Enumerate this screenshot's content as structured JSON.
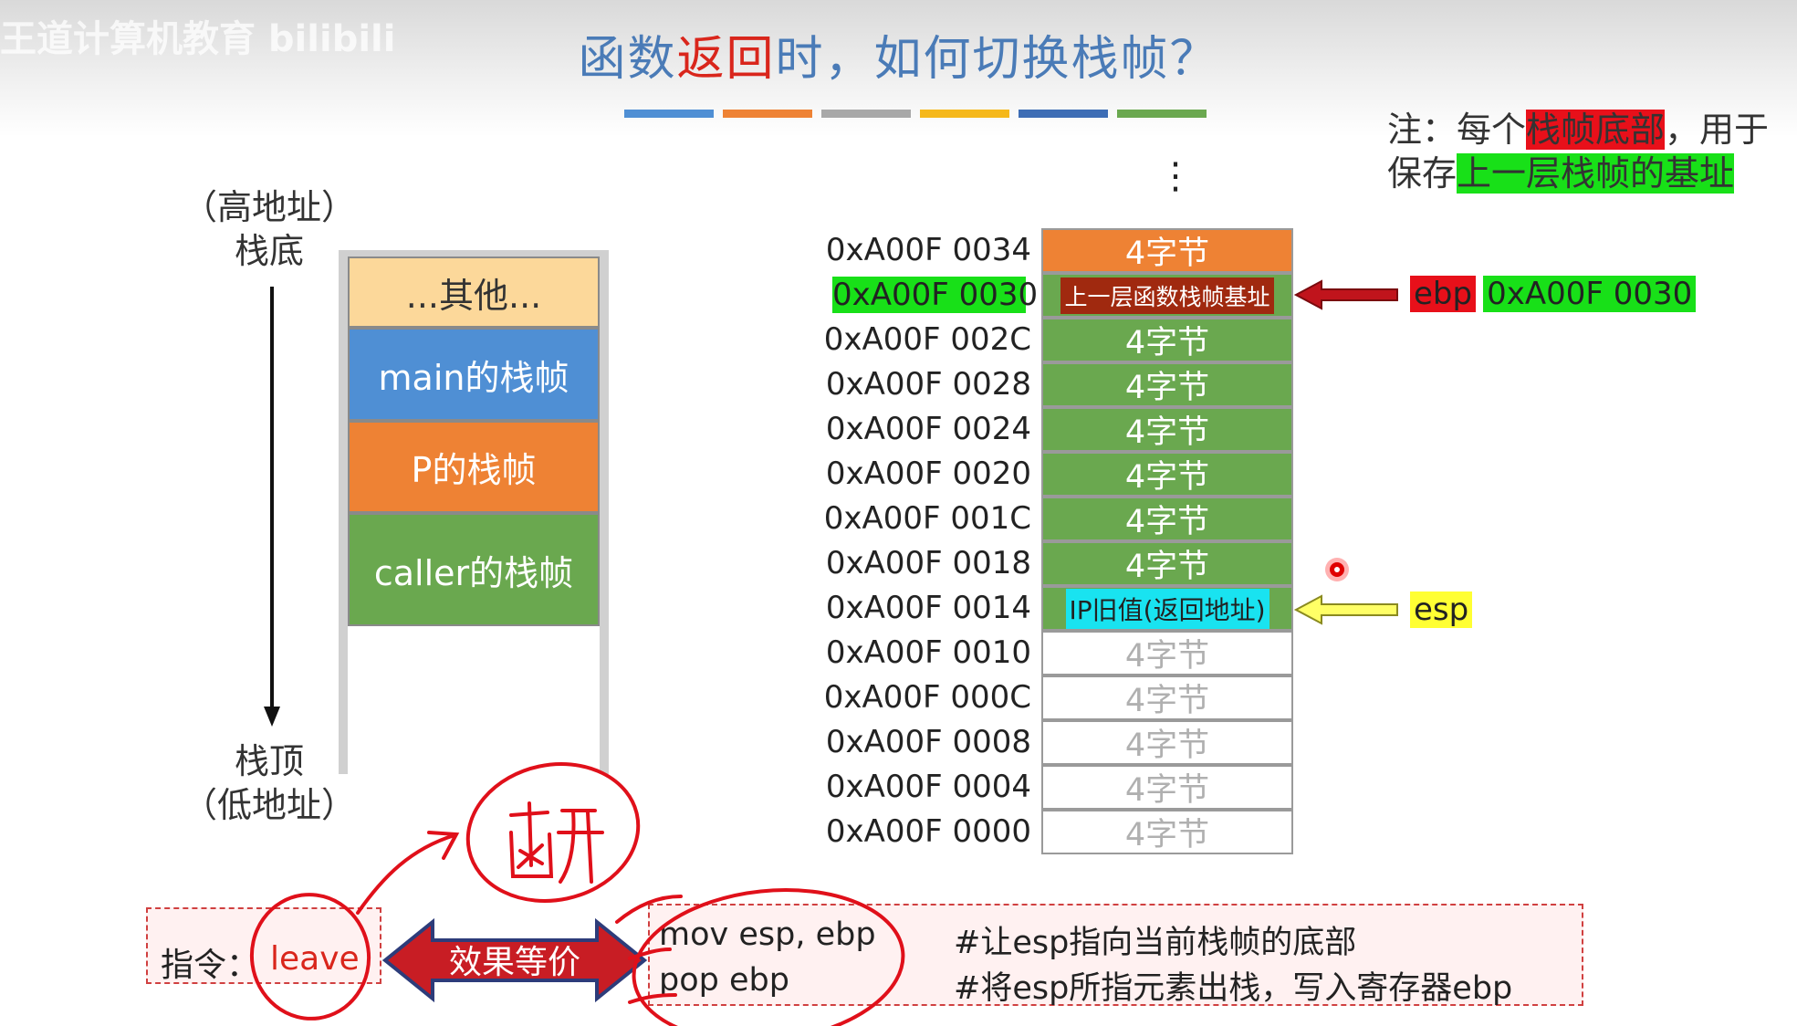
{
  "watermark": "王道计算机教育 bilibili",
  "title": {
    "prefix": "函数",
    "red": "返回",
    "suffix": "时，如何切换栈帧？"
  },
  "color_bars": [
    "#4f8fd4",
    "#ee8234",
    "#a8a8a8",
    "#f5b81a",
    "#3d6db5",
    "#6aa84f"
  ],
  "note": {
    "p1": "注：每个",
    "h1": "栈帧底部",
    "p2": "，用于",
    "p3": "保存",
    "h2": "上一层栈帧的基址"
  },
  "left": {
    "high_label": "（高地址）",
    "bottom_label": "栈底",
    "top_label": "栈顶",
    "low_label": "（低地址）",
    "blocks": [
      {
        "label": "...其他...",
        "color": "#fcd89a",
        "text_color": "#333333"
      },
      {
        "label": "main的栈帧",
        "color": "#4f8fd4",
        "text_color": "#ffffff"
      },
      {
        "label": "P的栈帧",
        "color": "#ee8234",
        "text_color": "#ffffff"
      },
      {
        "label": "caller的栈帧",
        "color": "#6aa84f",
        "text_color": "#ffffff"
      }
    ]
  },
  "stack": {
    "ellipsis": "⋮",
    "rows": [
      {
        "addr": "0xA00F 0034",
        "cell": "4字节",
        "fill": "orange"
      },
      {
        "addr": "0xA00F 0030",
        "cell": "上一层函数栈帧基址",
        "fill": "green"
      },
      {
        "addr": "0xA00F 002C",
        "cell": "4字节",
        "fill": "green"
      },
      {
        "addr": "0xA00F 0028",
        "cell": "4字节",
        "fill": "green"
      },
      {
        "addr": "0xA00F 0024",
        "cell": "4字节",
        "fill": "green"
      },
      {
        "addr": "0xA00F 0020",
        "cell": "4字节",
        "fill": "green"
      },
      {
        "addr": "0xA00F 001C",
        "cell": "4字节",
        "fill": "green"
      },
      {
        "addr": "0xA00F 0018",
        "cell": "4字节",
        "fill": "green"
      },
      {
        "addr": "0xA00F 0014",
        "cell": "IP旧值(返回地址)",
        "fill": "green"
      },
      {
        "addr": "0xA00F 0010",
        "cell": "4字节",
        "fill": "white"
      },
      {
        "addr": "0xA00F 000C",
        "cell": "4字节",
        "fill": "white"
      },
      {
        "addr": "0xA00F 0008",
        "cell": "4字节",
        "fill": "white"
      },
      {
        "addr": "0xA00F 0004",
        "cell": "4字节",
        "fill": "white"
      },
      {
        "addr": "0xA00F 0000",
        "cell": "4字节",
        "fill": "white"
      }
    ]
  },
  "ebp": {
    "label": "ebp",
    "value": "0xA00F 0030"
  },
  "esp": {
    "label": "esp"
  },
  "instruction": {
    "prefix": "指令：",
    "name": "leave",
    "equiv": "效果等价",
    "handwritten": "离开"
  },
  "code": [
    {
      "line": "mov esp, ebp",
      "comment": "#让esp指向当前栈帧的底部"
    },
    {
      "line": "pop ebp",
      "comment": "#将esp所指元素出栈，写入寄存器ebp"
    }
  ]
}
